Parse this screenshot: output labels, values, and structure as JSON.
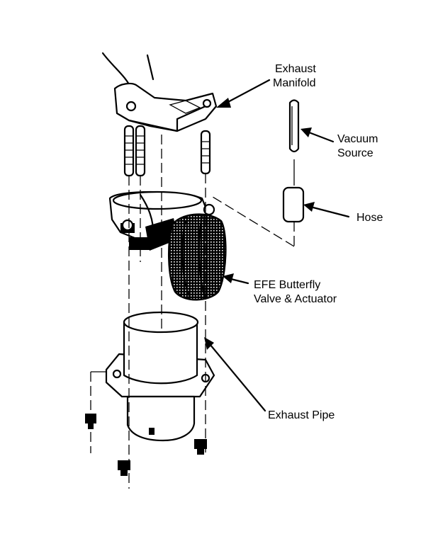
{
  "labels": {
    "exhaust_manifold_1": "Exhaust",
    "exhaust_manifold_2": "Manifold",
    "vacuum_source_1": "Vacuum",
    "vacuum_source_2": "Source",
    "hose": "Hose",
    "efe_valve_1": "EFE Butterfly",
    "efe_valve_2": "Valve & Actuator",
    "exhaust_pipe": "Exhaust Pipe"
  },
  "colors": {
    "ink": "#000000",
    "paper": "#ffffff"
  }
}
